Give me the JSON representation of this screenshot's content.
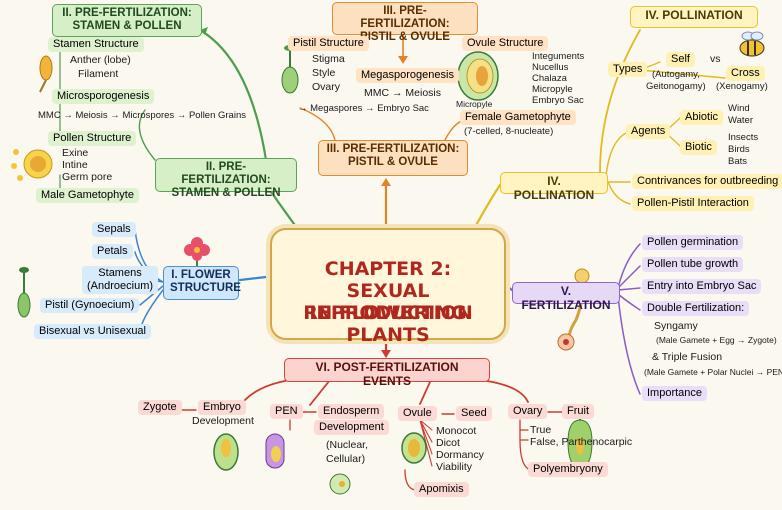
{
  "center": {
    "line1": "CHAPTER 2:",
    "line2": "SEXUAL REPRODUCTION",
    "line3": "IN FLOWERING PLANTS"
  },
  "s1": {
    "title_a": "I. FLOWER",
    "title_b": "STRUCTURE",
    "items": [
      "Sepals",
      "Petals",
      "Stamens",
      "(Androecium)",
      "Pistil (Gynoecium)",
      "Bisexual vs Unisexual"
    ]
  },
  "s2": {
    "title_a": "II. PRE-FERTILIZATION:",
    "title_b": "STAMEN & POLLEN",
    "top_a": "II. PRE-FERTILIZATION:",
    "top_b": "STAMEN & POLLEN",
    "stamen_structure": "Stamen Structure",
    "anther": "Anther (lobe)",
    "filament": "Filament",
    "microsporogenesis": "Microsporogenesis",
    "micro_chain": "MMC → Meiosis → Microspores → Pollen Grains",
    "pollen_structure": "Pollen Structure",
    "exine": "Exine",
    "intine": "Intine",
    "germ_pore": "Germ pore",
    "male_gametophyte": "Male Gametophyte"
  },
  "s3": {
    "title_a": "III. PRE-FERTILIZATION:",
    "title_b": "PISTIL & OVULE",
    "top_a": "III. PRE-FERTILIZATION:",
    "top_b": "PISTIL & OVULE",
    "pistil_structure": "Pistil Structure",
    "stigma": "Stigma",
    "style": "Style",
    "ovary": "Ovary",
    "megasporogenesis": "Megasporogenesis",
    "mega_chain": "MMC → Meiosis",
    "mega_chain2": "→ Megaspores → Embryo Sac",
    "ovule_structure": "Ovule Structure",
    "integuments": "Integuments",
    "nucellus": "Nucellus",
    "chalaza": "Chalaza",
    "micropyle": "Micropyle",
    "embryo_sac": "Embryo Sac",
    "micropyle2": "Micropyle",
    "female_gametophyte": "Female Gametophyte",
    "female_note": "(7-celled, 8-nucleate)"
  },
  "s4": {
    "title": "IV. POLLINATION",
    "top_title": "IV. POLLINATION",
    "types": "Types",
    "self": "Self",
    "self_note1": "(Autogamy,",
    "self_note2": "Geitonogamy)",
    "vs": "vs",
    "cross": "Cross",
    "cross_note": "(Xenogamy)",
    "agents": "Agents",
    "abiotic": "Abiotic",
    "wind": "Wind",
    "water": "Water",
    "biotic": "Biotic",
    "insects": "Insects",
    "birds": "Birds",
    "bats": "Bats",
    "contrivances": "Contrivances for outbreeding",
    "interaction": "Pollen-Pistil Interaction"
  },
  "s5": {
    "title": "V. FERTILIZATION",
    "germination": "Pollen germination",
    "tube": "Pollen tube growth",
    "entry": "Entry into Embryo Sac",
    "double": "Double Fertilization:",
    "syngamy": "Syngamy",
    "syngamy_note": "(Male Gamete + Egg → Zygote)",
    "triple": "& Triple Fusion",
    "triple_note": "(Male Gamete + Polar Nuclei → PEN)",
    "importance": "Importance"
  },
  "s6": {
    "title": "VI. POST-FERTILIZATION EVENTS",
    "zygote": "Zygote",
    "embryo_a": "Embryo",
    "embryo_b": "Development",
    "pen": "PEN",
    "endo_a": "Endosperm",
    "endo_b": "Development",
    "endo_c": "(Nuclear,",
    "endo_d": "Cellular)",
    "ovule": "Ovule",
    "seed": "Seed",
    "monocot": "Monocot",
    "dicot": "Dicot",
    "dormancy": "Dormancy",
    "viability": "Viability",
    "apomixis": "Apomixis",
    "ovary": "Ovary",
    "fruit": "Fruit",
    "true": "True",
    "false": "False, Parthenocarpic",
    "polyembryony": "Polyembryony"
  },
  "colors": {
    "green": "#4f9d4f",
    "orange": "#e0842a",
    "yellow": "#e2bb1f",
    "blue": "#3d86cf",
    "purple": "#8b5cc4",
    "red": "#cf3b30"
  },
  "icons": [
    "flower-icon",
    "bee-icon",
    "anther-icon",
    "pollen-grain-icon",
    "pistil-icon",
    "ovule-icon",
    "pollen-tube-icon",
    "embryo-icon",
    "endosperm-icon",
    "seed-icon",
    "fruit-icon"
  ]
}
